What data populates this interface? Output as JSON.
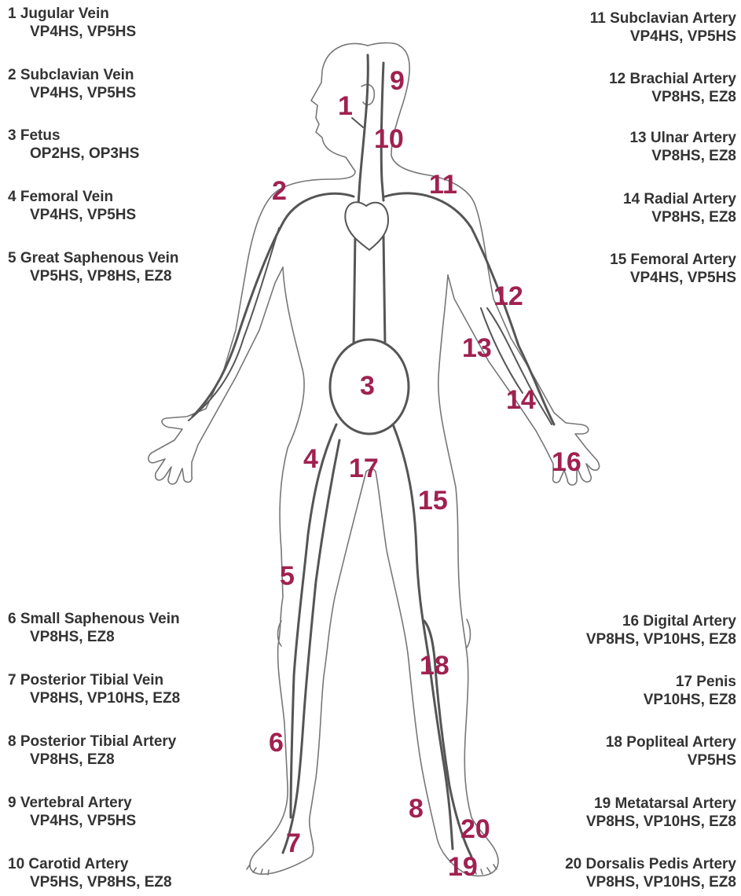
{
  "legend": {
    "left_top": [
      {
        "name": "1  Jugular Vein",
        "probes": "VP4HS, VP5HS"
      },
      {
        "name": "2  Subclavian Vein",
        "probes": "VP4HS, VP5HS"
      },
      {
        "name": "3  Fetus",
        "probes": "OP2HS, OP3HS"
      },
      {
        "name": "4  Femoral Vein",
        "probes": "VP4HS, VP5HS"
      },
      {
        "name": "5  Great Saphenous Vein",
        "probes": "VP5HS, VP8HS, EZ8"
      }
    ],
    "left_bottom": [
      {
        "name": "6  Small Saphenous Vein",
        "probes": "VP8HS, EZ8"
      },
      {
        "name": "7  Posterior Tibial Vein",
        "probes": "VP8HS, VP10HS, EZ8"
      },
      {
        "name": "8  Posterior Tibial Artery",
        "probes": "VP8HS, EZ8"
      },
      {
        "name": "9  Vertebral Artery",
        "probes": "VP4HS, VP5HS"
      },
      {
        "name": "10 Carotid Artery",
        "probes": "VP5HS, VP8HS, EZ8"
      }
    ],
    "right_top": [
      {
        "name": "11  Subclavian Artery",
        "probes": "VP4HS, VP5HS"
      },
      {
        "name": "12  Brachial Artery",
        "probes": "VP8HS, EZ8"
      },
      {
        "name": "13  Ulnar Artery",
        "probes": "VP8HS, EZ8"
      },
      {
        "name": "14  Radial Artery",
        "probes": "VP8HS, EZ8"
      },
      {
        "name": "15  Femoral Artery",
        "probes": "VP4HS, VP5HS"
      }
    ],
    "right_bottom": [
      {
        "name": "16  Digital Artery",
        "probes": "VP8HS, VP10HS, EZ8"
      },
      {
        "name": "17  Penis",
        "probes": "VP10HS, EZ8"
      },
      {
        "name": "18  Popliteal Artery",
        "probes": "VP5HS"
      },
      {
        "name": "19  Metatarsal Artery",
        "probes": "VP8HS, VP10HS, EZ8"
      },
      {
        "name": "20 Dorsalis Pedis Artery",
        "probes": "VP8HS, VP10HS, EZ8"
      }
    ]
  },
  "markers": [
    "1",
    "2",
    "3",
    "4",
    "5",
    "6",
    "7",
    "8",
    "9",
    "10",
    "11",
    "12",
    "13",
    "14",
    "15",
    "16",
    "17",
    "18",
    "19",
    "20"
  ],
  "colors": {
    "marker": "#a0214f",
    "text": "#333333",
    "outline": "#777777",
    "vessel": "#555555"
  }
}
